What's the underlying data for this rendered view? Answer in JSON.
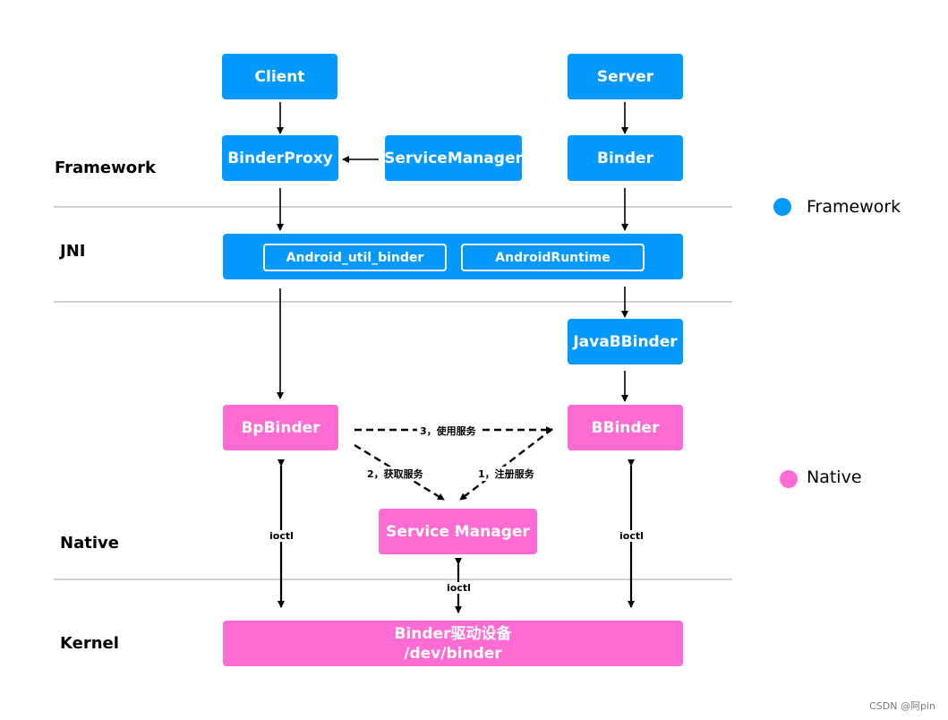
{
  "layers": {
    "framework": "Framework",
    "jni": "JNI",
    "native": "Native",
    "kernel": "Kernel"
  },
  "nodes": {
    "client": "Client",
    "server": "Server",
    "binder_proxy": "BinderProxy",
    "service_manager_java": "ServiceManager",
    "binder": "Binder",
    "android_util_binder": "Android_util_binder",
    "android_runtime": "AndroidRuntime",
    "java_bbinder": "JavaBBinder",
    "bp_binder": "BpBinder",
    "bbinder": "BBinder",
    "service_manager_native": "Service Manager",
    "driver_line1": "Binder驱动设备",
    "driver_line2": "/dev/binder"
  },
  "edge_labels": {
    "use_service": "3，使用服务",
    "get_service": "2，获取服务",
    "register_service": "1，注册服务",
    "ioctl": "ioctl"
  },
  "legend": [
    {
      "label": "Framework",
      "color": "#0399fe"
    },
    {
      "label": "Native",
      "color": "#fe6bd3"
    }
  ],
  "watermark": "CSDN @阿pin",
  "colors": {
    "framework": "#0399fe",
    "native": "#fe6bd3"
  }
}
